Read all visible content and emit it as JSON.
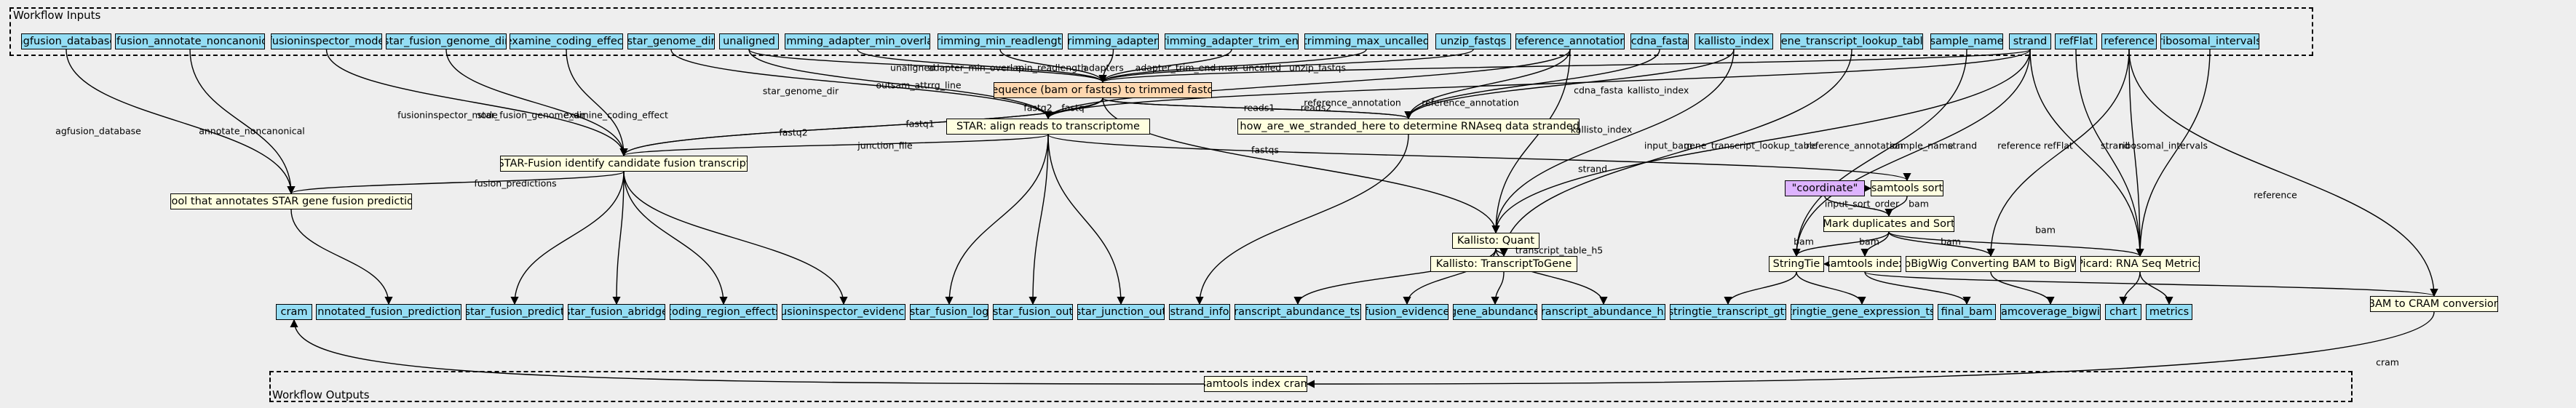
{
  "clusters": {
    "inputs": "Workflow Inputs",
    "outputs": "Workflow Outputs"
  },
  "inputs": {
    "agfusion_database": "agfusion_database",
    "agfusion_annotate_noncanonical": "agfusion_annotate_noncanonical",
    "fusioninspector_mode": "fusioninspector_mode",
    "star_fusion_genome_dir": "star_fusion_genome_dir",
    "examine_coding_effect": "examine_coding_effect",
    "star_genome_dir": "star_genome_dir",
    "unaligned": "unaligned",
    "trimming_adapter_min_overlap": "trimming_adapter_min_overlap",
    "trimming_min_readlength": "trimming_min_readlength",
    "trimming_adapters": "trimming_adapters",
    "trimming_adapter_trim_end": "trimming_adapter_trim_end",
    "trimming_max_uncalled": "trimming_max_uncalled",
    "unzip_fastqs": "unzip_fastqs",
    "reference_annotation": "reference_annotation",
    "cdna_fasta": "cdna_fasta",
    "kallisto_index": "kallisto_index",
    "gene_transcript_lookup_table": "gene_transcript_lookup_table",
    "sample_name": "sample_name",
    "strand": "strand",
    "refFlat": "refFlat",
    "reference": "reference",
    "ribosomal_intervals": "ribosomal_intervals"
  },
  "steps": {
    "trim": "sequence (bam or fastqs) to trimmed fastqs",
    "star": "STAR: align reads to transcriptome",
    "strandedness": "runs how_are_we_stranded_here to determine RNAseq data strandedness",
    "star_fusion": "STAR-Fusion identify candidate fusion transcript",
    "agfusion": "A tool that annotates STAR gene fusion predictions",
    "kallisto_quant": "Kallisto: Quant",
    "kallisto_tg": "Kallisto: TranscriptToGene",
    "coordinate": "\"coordinate\"",
    "samtools_sort": "samtools sort",
    "mark_dup": "Mark duplicates and Sort",
    "stringtie": "StringTie",
    "samtools_index": "samtools index",
    "cgpbigwig": "cgpBigWig Converting BAM to BigWig",
    "picard": "Picard: RNA Seq Metrics",
    "bam_to_cram": "BAM to CRAM conversion",
    "samtools_index_cram": "samtools index cram"
  },
  "outputs": {
    "cram": "cram",
    "annotated_fusion_predictions": "annotated_fusion_predictions",
    "star_fusion_predict": "star_fusion_predict",
    "star_fusion_abridge": "star_fusion_abridge",
    "coding_region_effects": "coding_region_effects",
    "fusioninspector_evidence": "fusioninspector_evidence",
    "star_fusion_log": "star_fusion_log",
    "star_fusion_out": "star_fusion_out",
    "star_junction_out": "star_junction_out",
    "strand_info": "strand_info",
    "transcript_abundance_tsv": "transcript_abundance_tsv",
    "fusion_evidence": "fusion_evidence",
    "gene_abundance": "gene_abundance",
    "transcript_abundance_h5": "transcript_abundance_h5",
    "stringtie_transcript_gtf": "stringtie_transcript_gtf",
    "stringtie_gene_expression_tsv": "stringtie_gene_expression_tsv",
    "final_bam": "final_bam",
    "bamcoverage_bigwig": "bamcoverage_bigwig",
    "chart": "chart",
    "metrics": "metrics"
  },
  "edge_labels": {
    "agfusion_database": "agfusion_database",
    "annotate_noncanonical": "annotate_noncanonical",
    "fusioninspector_mode": "fusioninspector_mode",
    "star_fusion_genome_dir": "star_fusion_genome_dir",
    "examine_coding_effect": "examine_coding_effect",
    "star_genome_dir": "star_genome_dir",
    "outsam_attrrg_line": "outsam_attrrg_line",
    "unaligned": "unaligned",
    "adapter_min_overlap": "adapter_min_overlap",
    "min_readlength": "min_readlength",
    "adapters": "adapters",
    "adapter_trim_end": "adapter_trim_end",
    "max_uncalled": "max_uncalled",
    "unzip_fastqs": "unzip_fastqs",
    "reference_annotation_a": "reference_annotation",
    "reference_annotation_b": "reference_annotation",
    "cdna_fasta": "cdna_fasta",
    "kallisto_index_a": "kallisto_index",
    "kallisto_index_b": "kallisto_index",
    "fastq1": "fastq1",
    "fastq2a": "fastq2",
    "fastq2b": "fastq2",
    "fastq": "fastq",
    "fastqs": "fastqs",
    "reads1": "reads1",
    "reads2": "reads2",
    "junction_file": "junction_file",
    "fusion_predictions": "fusion_predictions",
    "input_bam": "input_bam",
    "gene_transcript_lookup_table": "gene_transcript_lookup_table",
    "reference_annotation_c": "reference_annotation",
    "sample_name": "sample_name",
    "strand_a": "strand",
    "strand_b": "strand",
    "strand_c": "strand",
    "input_sort_order": "input_sort_order",
    "bam_a": "bam",
    "bam_b": "bam",
    "bam_c": "bam",
    "bam_d": "bam",
    "bam_e": "bam",
    "transcript_table_h5": "transcript_table_h5",
    "reference_refflat": "reference refFlat",
    "ribosomal_intervals": "ribosomal_intervals",
    "reference": "reference",
    "cram": "cram"
  }
}
